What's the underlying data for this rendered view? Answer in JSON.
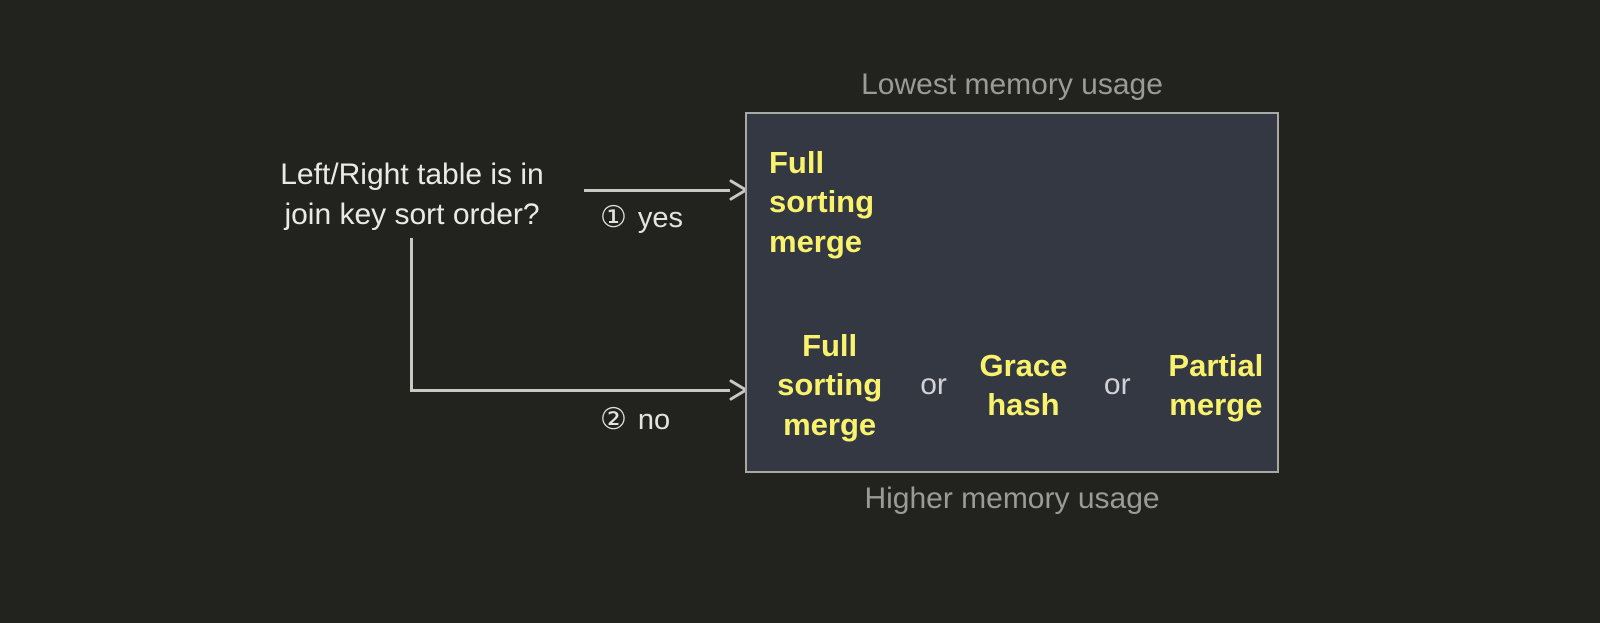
{
  "diagram": {
    "question": "Left/Right table is in\njoin key sort order?",
    "branches": [
      {
        "marker": "①",
        "label": "yes"
      },
      {
        "marker": "②",
        "label": "no"
      }
    ],
    "captions": {
      "top": "Lowest memory usage",
      "bottom": "Higher memory usage"
    },
    "results": {
      "yes_row": [
        {
          "kind": "option",
          "text": "Full\nsorting\nmerge"
        }
      ],
      "no_row": [
        {
          "kind": "option",
          "text": "Full\nsorting\nmerge"
        },
        {
          "kind": "conjunction",
          "text": "or"
        },
        {
          "kind": "option",
          "text": "Grace\nhash"
        },
        {
          "kind": "conjunction",
          "text": "or"
        },
        {
          "kind": "option",
          "text": "Partial\nmerge"
        }
      ]
    },
    "colors": {
      "background": "#22231e",
      "box_fill": "#343843",
      "box_border": "#a8a8a4",
      "option_text": "#f9f26d",
      "body_text": "#e9e9e6",
      "caption_text": "#9a9a96",
      "connector": "#c9c9c4"
    }
  }
}
